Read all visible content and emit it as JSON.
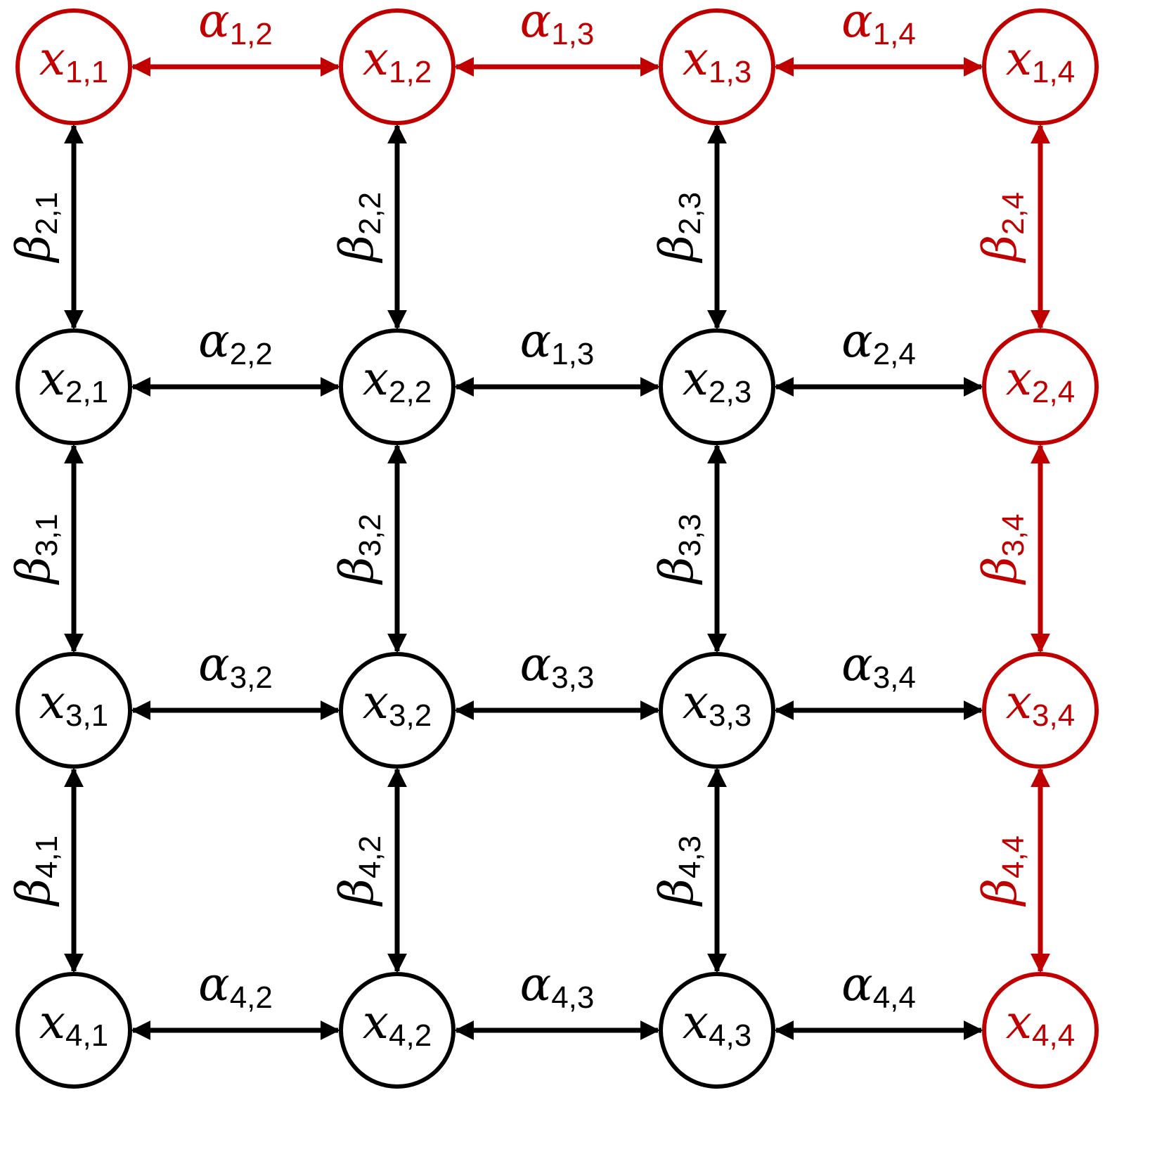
{
  "colors": {
    "default": "#000000",
    "highlight": "#c00000"
  },
  "nodes": [
    {
      "row": 1,
      "col": 1,
      "symbol": "x",
      "sub": "1,1",
      "highlight": true
    },
    {
      "row": 1,
      "col": 2,
      "symbol": "x",
      "sub": "1,2",
      "highlight": true
    },
    {
      "row": 1,
      "col": 3,
      "symbol": "x",
      "sub": "1,3",
      "highlight": true
    },
    {
      "row": 1,
      "col": 4,
      "symbol": "x",
      "sub": "1,4",
      "highlight": true
    },
    {
      "row": 2,
      "col": 1,
      "symbol": "x",
      "sub": "2,1",
      "highlight": false
    },
    {
      "row": 2,
      "col": 2,
      "symbol": "x",
      "sub": "2,2",
      "highlight": false
    },
    {
      "row": 2,
      "col": 3,
      "symbol": "x",
      "sub": "2,3",
      "highlight": false
    },
    {
      "row": 2,
      "col": 4,
      "symbol": "x",
      "sub": "2,4",
      "highlight": true
    },
    {
      "row": 3,
      "col": 1,
      "symbol": "x",
      "sub": "3,1",
      "highlight": false
    },
    {
      "row": 3,
      "col": 2,
      "symbol": "x",
      "sub": "3,2",
      "highlight": false
    },
    {
      "row": 3,
      "col": 3,
      "symbol": "x",
      "sub": "3,3",
      "highlight": false
    },
    {
      "row": 3,
      "col": 4,
      "symbol": "x",
      "sub": "3,4",
      "highlight": true
    },
    {
      "row": 4,
      "col": 1,
      "symbol": "x",
      "sub": "4,1",
      "highlight": false
    },
    {
      "row": 4,
      "col": 2,
      "symbol": "x",
      "sub": "4,2",
      "highlight": false
    },
    {
      "row": 4,
      "col": 3,
      "symbol": "x",
      "sub": "4,3",
      "highlight": false
    },
    {
      "row": 4,
      "col": 4,
      "symbol": "x",
      "sub": "4,4",
      "highlight": true
    }
  ],
  "horizontal_edges": [
    {
      "row": 1,
      "from_col": 1,
      "to_col": 2,
      "symbol": "α",
      "sub": "1,2",
      "highlight": true
    },
    {
      "row": 1,
      "from_col": 2,
      "to_col": 3,
      "symbol": "α",
      "sub": "1,3",
      "highlight": true
    },
    {
      "row": 1,
      "from_col": 3,
      "to_col": 4,
      "symbol": "α",
      "sub": "1,4",
      "highlight": true
    },
    {
      "row": 2,
      "from_col": 1,
      "to_col": 2,
      "symbol": "α",
      "sub": "2,2",
      "highlight": false
    },
    {
      "row": 2,
      "from_col": 2,
      "to_col": 3,
      "symbol": "α",
      "sub": "1,3",
      "highlight": false
    },
    {
      "row": 2,
      "from_col": 3,
      "to_col": 4,
      "symbol": "α",
      "sub": "2,4",
      "highlight": false
    },
    {
      "row": 3,
      "from_col": 1,
      "to_col": 2,
      "symbol": "α",
      "sub": "3,2",
      "highlight": false
    },
    {
      "row": 3,
      "from_col": 2,
      "to_col": 3,
      "symbol": "α",
      "sub": "3,3",
      "highlight": false
    },
    {
      "row": 3,
      "from_col": 3,
      "to_col": 4,
      "symbol": "α",
      "sub": "3,4",
      "highlight": false
    },
    {
      "row": 4,
      "from_col": 1,
      "to_col": 2,
      "symbol": "α",
      "sub": "4,2",
      "highlight": false
    },
    {
      "row": 4,
      "from_col": 2,
      "to_col": 3,
      "symbol": "α",
      "sub": "4,3",
      "highlight": false
    },
    {
      "row": 4,
      "from_col": 3,
      "to_col": 4,
      "symbol": "α",
      "sub": "4,4",
      "highlight": false
    }
  ],
  "vertical_edges": [
    {
      "col": 1,
      "from_row": 1,
      "to_row": 2,
      "symbol": "β",
      "sub": "2,1",
      "highlight": false
    },
    {
      "col": 2,
      "from_row": 1,
      "to_row": 2,
      "symbol": "β",
      "sub": "2,2",
      "highlight": false
    },
    {
      "col": 3,
      "from_row": 1,
      "to_row": 2,
      "symbol": "β",
      "sub": "2,3",
      "highlight": false
    },
    {
      "col": 4,
      "from_row": 1,
      "to_row": 2,
      "symbol": "β",
      "sub": "2,4",
      "highlight": true
    },
    {
      "col": 1,
      "from_row": 2,
      "to_row": 3,
      "symbol": "β",
      "sub": "3,1",
      "highlight": false
    },
    {
      "col": 2,
      "from_row": 2,
      "to_row": 3,
      "symbol": "β",
      "sub": "3,2",
      "highlight": false
    },
    {
      "col": 3,
      "from_row": 2,
      "to_row": 3,
      "symbol": "β",
      "sub": "3,3",
      "highlight": false
    },
    {
      "col": 4,
      "from_row": 2,
      "to_row": 3,
      "symbol": "β",
      "sub": "3,4",
      "highlight": true
    },
    {
      "col": 1,
      "from_row": 3,
      "to_row": 4,
      "symbol": "β",
      "sub": "4,1",
      "highlight": false
    },
    {
      "col": 2,
      "from_row": 3,
      "to_row": 4,
      "symbol": "β",
      "sub": "4,2",
      "highlight": false
    },
    {
      "col": 3,
      "from_row": 3,
      "to_row": 4,
      "symbol": "β",
      "sub": "4,3",
      "highlight": false
    },
    {
      "col": 4,
      "from_row": 3,
      "to_row": 4,
      "symbol": "β",
      "sub": "4,4",
      "highlight": true
    }
  ]
}
